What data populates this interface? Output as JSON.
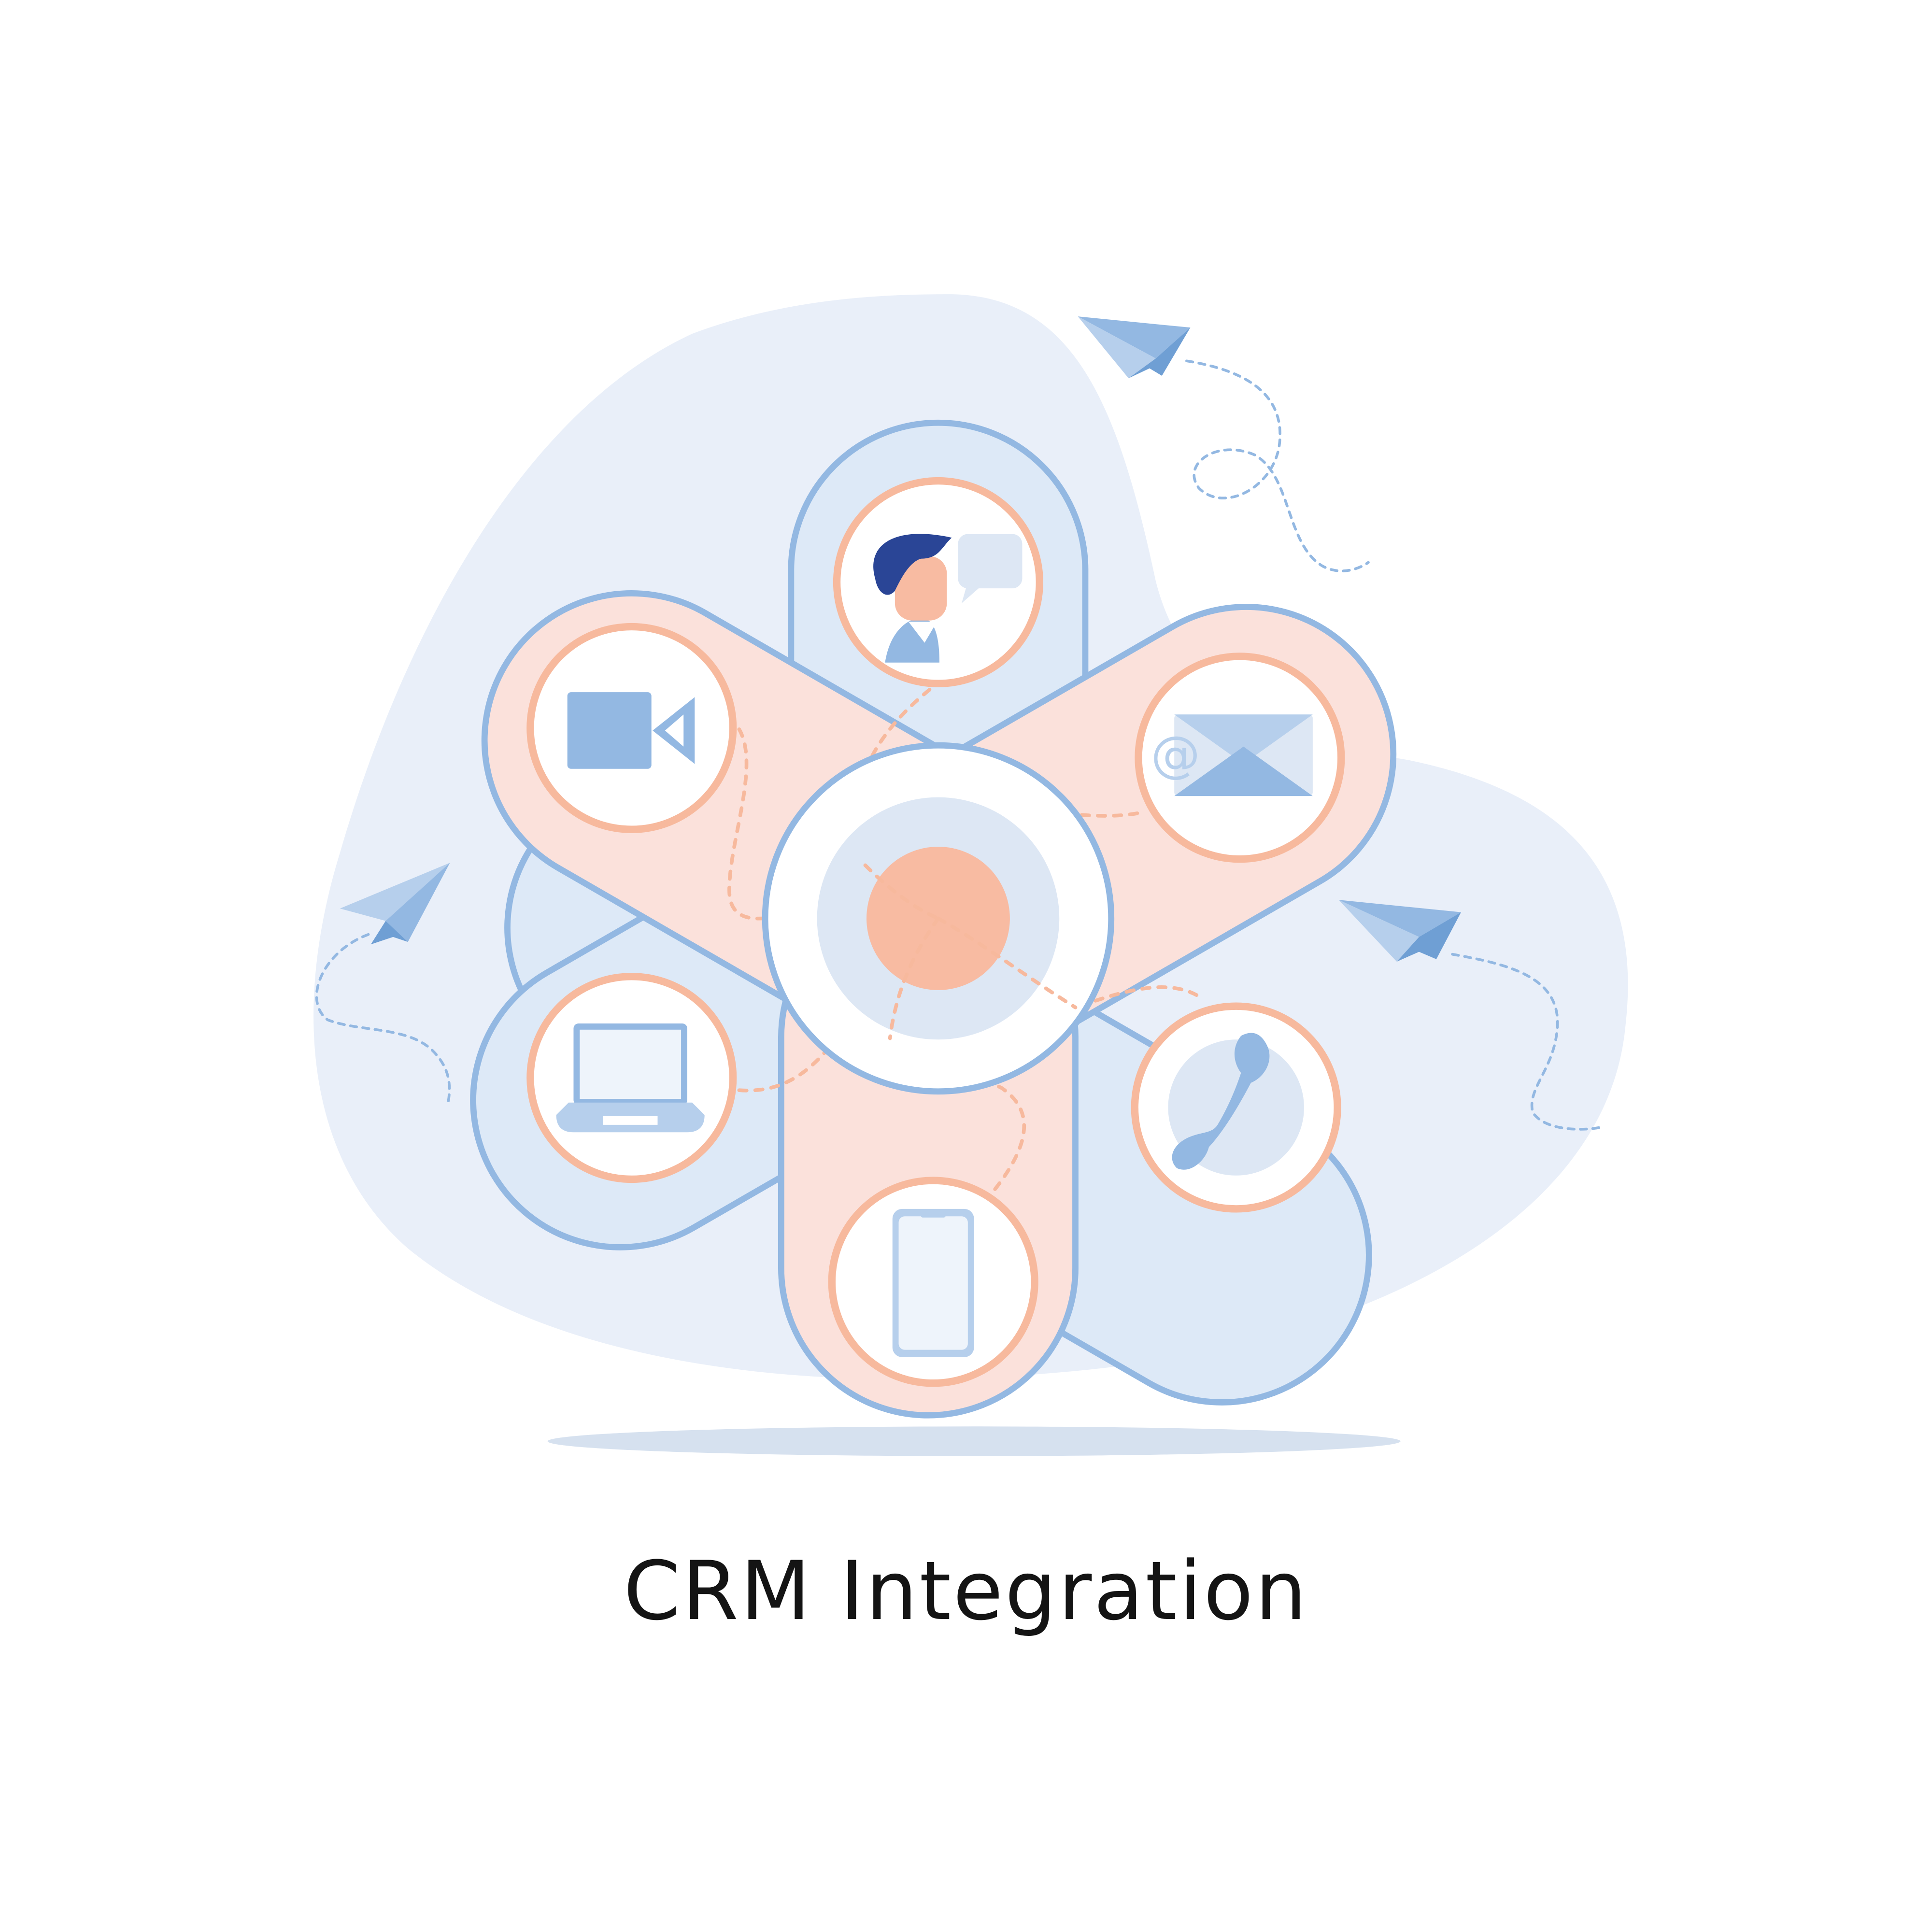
{
  "caption": "CRM Integration",
  "colors": {
    "background": "#ffffff",
    "blob": "#e9eff9",
    "blue_arm_fill": "#dde9f7",
    "pink_arm_fill": "#fbe1db",
    "arm_outline": "#93b8e2",
    "ring_outline": "#f7b99d",
    "icon_blue": "#93b8e2",
    "icon_light": "#eef4fb",
    "hub_core": "#f8bba2",
    "hub_ring": "#dde7f4",
    "hair": "#2a4596",
    "skin": "#f8bba2",
    "shadow": "#d6e1ef",
    "caption_text": "#141414"
  },
  "nodes": [
    {
      "id": "customer",
      "icon": "person-chat-icon"
    },
    {
      "id": "email",
      "icon": "email-icon"
    },
    {
      "id": "phone",
      "icon": "phone-icon"
    },
    {
      "id": "mobile",
      "icon": "smartphone-icon"
    },
    {
      "id": "laptop",
      "icon": "laptop-icon"
    },
    {
      "id": "video",
      "icon": "video-camera-icon"
    }
  ],
  "center": {
    "icon": "crm-hub-icon"
  }
}
